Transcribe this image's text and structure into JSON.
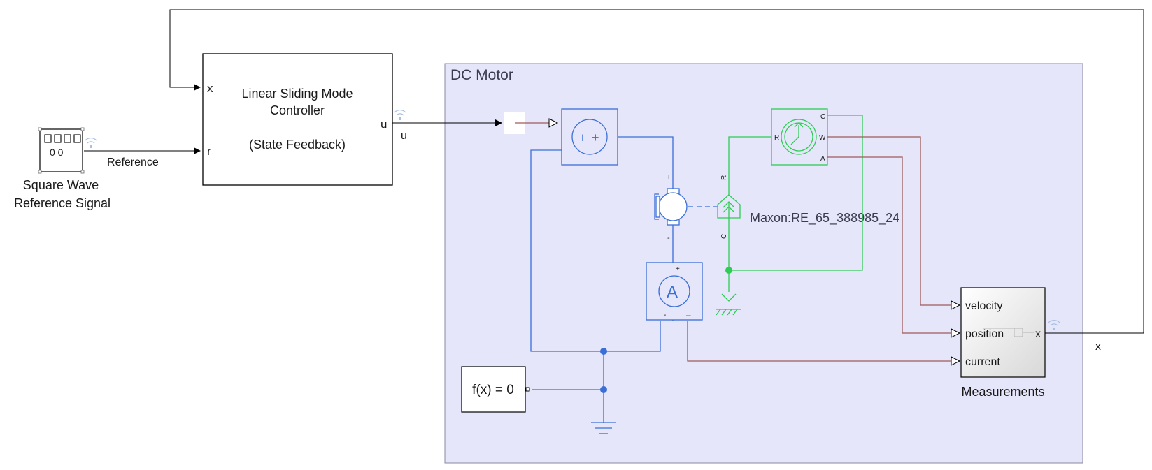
{
  "subsystem": {
    "title": "DC Motor"
  },
  "blocks": {
    "square_wave": {
      "display": "0 0",
      "label_line1": "Square Wave",
      "label_line2": "Reference Signal"
    },
    "controller": {
      "line1": "Linear Sliding Mode",
      "line2": "Controller",
      "line3": "(State Feedback)",
      "port_x": "x",
      "port_r": "r",
      "port_u": "u"
    },
    "motor": {
      "name": "Maxon:RE_65_388985_24"
    },
    "solver": {
      "text": "f(x) = 0"
    },
    "measurements": {
      "name": "Measurements",
      "port_velocity": "velocity",
      "port_position": "position",
      "port_current": "current",
      "port_x": "x"
    },
    "voltage_source": {
      "minus": "I",
      "plus": "+"
    },
    "ammeter": {
      "symbol": "A",
      "plus": "+",
      "minus": "-",
      "minus2": "–"
    },
    "motor_terminals": {
      "plus": "+",
      "minus": "-"
    },
    "sensor_ports": {
      "r": "R",
      "c": "C",
      "w": "W",
      "a": "A"
    },
    "mech_ports": {
      "r": "R",
      "c": "C"
    }
  },
  "signals": {
    "reference": "Reference",
    "u": "u",
    "x": "x"
  },
  "colors": {
    "electrical": "#3a6fd8",
    "mechanical": "#2ecc55",
    "physical_signal": "#a05a5a",
    "subsystem_fill": "#e6e6fa",
    "signal_line": "#000000"
  },
  "icons": [
    "square-wave-icon",
    "dc-voltage-source-icon",
    "dc-motor-icon",
    "motion-sensor-icon",
    "ammeter-icon",
    "electrical-ground-icon",
    "mechanical-reference-icon",
    "wifi-signal-icon"
  ]
}
